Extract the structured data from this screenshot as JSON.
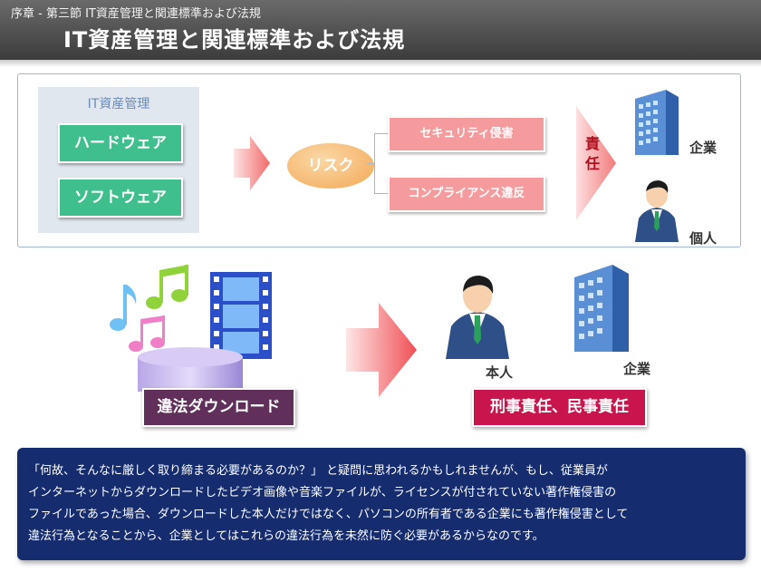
{
  "header": {
    "breadcrumb": "序章 - 第三節 IT資産管理と関連標準および法規",
    "title": "IT資産管理と関連標準および法規"
  },
  "diagram": {
    "group_label": "IT資産管理",
    "assets": [
      "ハードウェア",
      "ソフトウェア"
    ],
    "risk": "リスク",
    "risks": [
      "セキュリティ侵害",
      "コンプライアンス違反"
    ],
    "responsibility": "責任",
    "parties": [
      "企業",
      "個人"
    ]
  },
  "lower": {
    "download_label": "違法ダウンロード",
    "person_caption": "本人",
    "company_caption": "企業",
    "liability_label": "刑事責任、民事責任"
  },
  "notice": {
    "lines": [
      "「何故、そんなに厳しく取り締まる必要があるのか？」 と疑問に思われるかもしれませんが、もし、従業員が",
      "インターネットからダウンロードしたビデオ画像や音楽ファイルが、ライセンスが付されていない著作権侵害の",
      "ファイルであった場合、ダウンロードした本人だけではなく、パソコンの所有者である企業にも著作権侵害として",
      "違法行為となることから、企業としてはこれらの違法行為を未然に防ぐ必要があるからなのです。"
    ]
  },
  "colors": {
    "asset_green": "#3ebf8d",
    "risk_orange": "#f3a855",
    "risk_pink": "#f59b9d",
    "responsibility_red": "#b40e1c",
    "download_purple": "#60305a",
    "liability_red": "#c8154e",
    "notice_navy": "#152c6e"
  },
  "icons": [
    "building-icon",
    "businessman-icon",
    "music-notes-icon",
    "film-strip-icon",
    "database-icon",
    "right-arrow-icon"
  ]
}
